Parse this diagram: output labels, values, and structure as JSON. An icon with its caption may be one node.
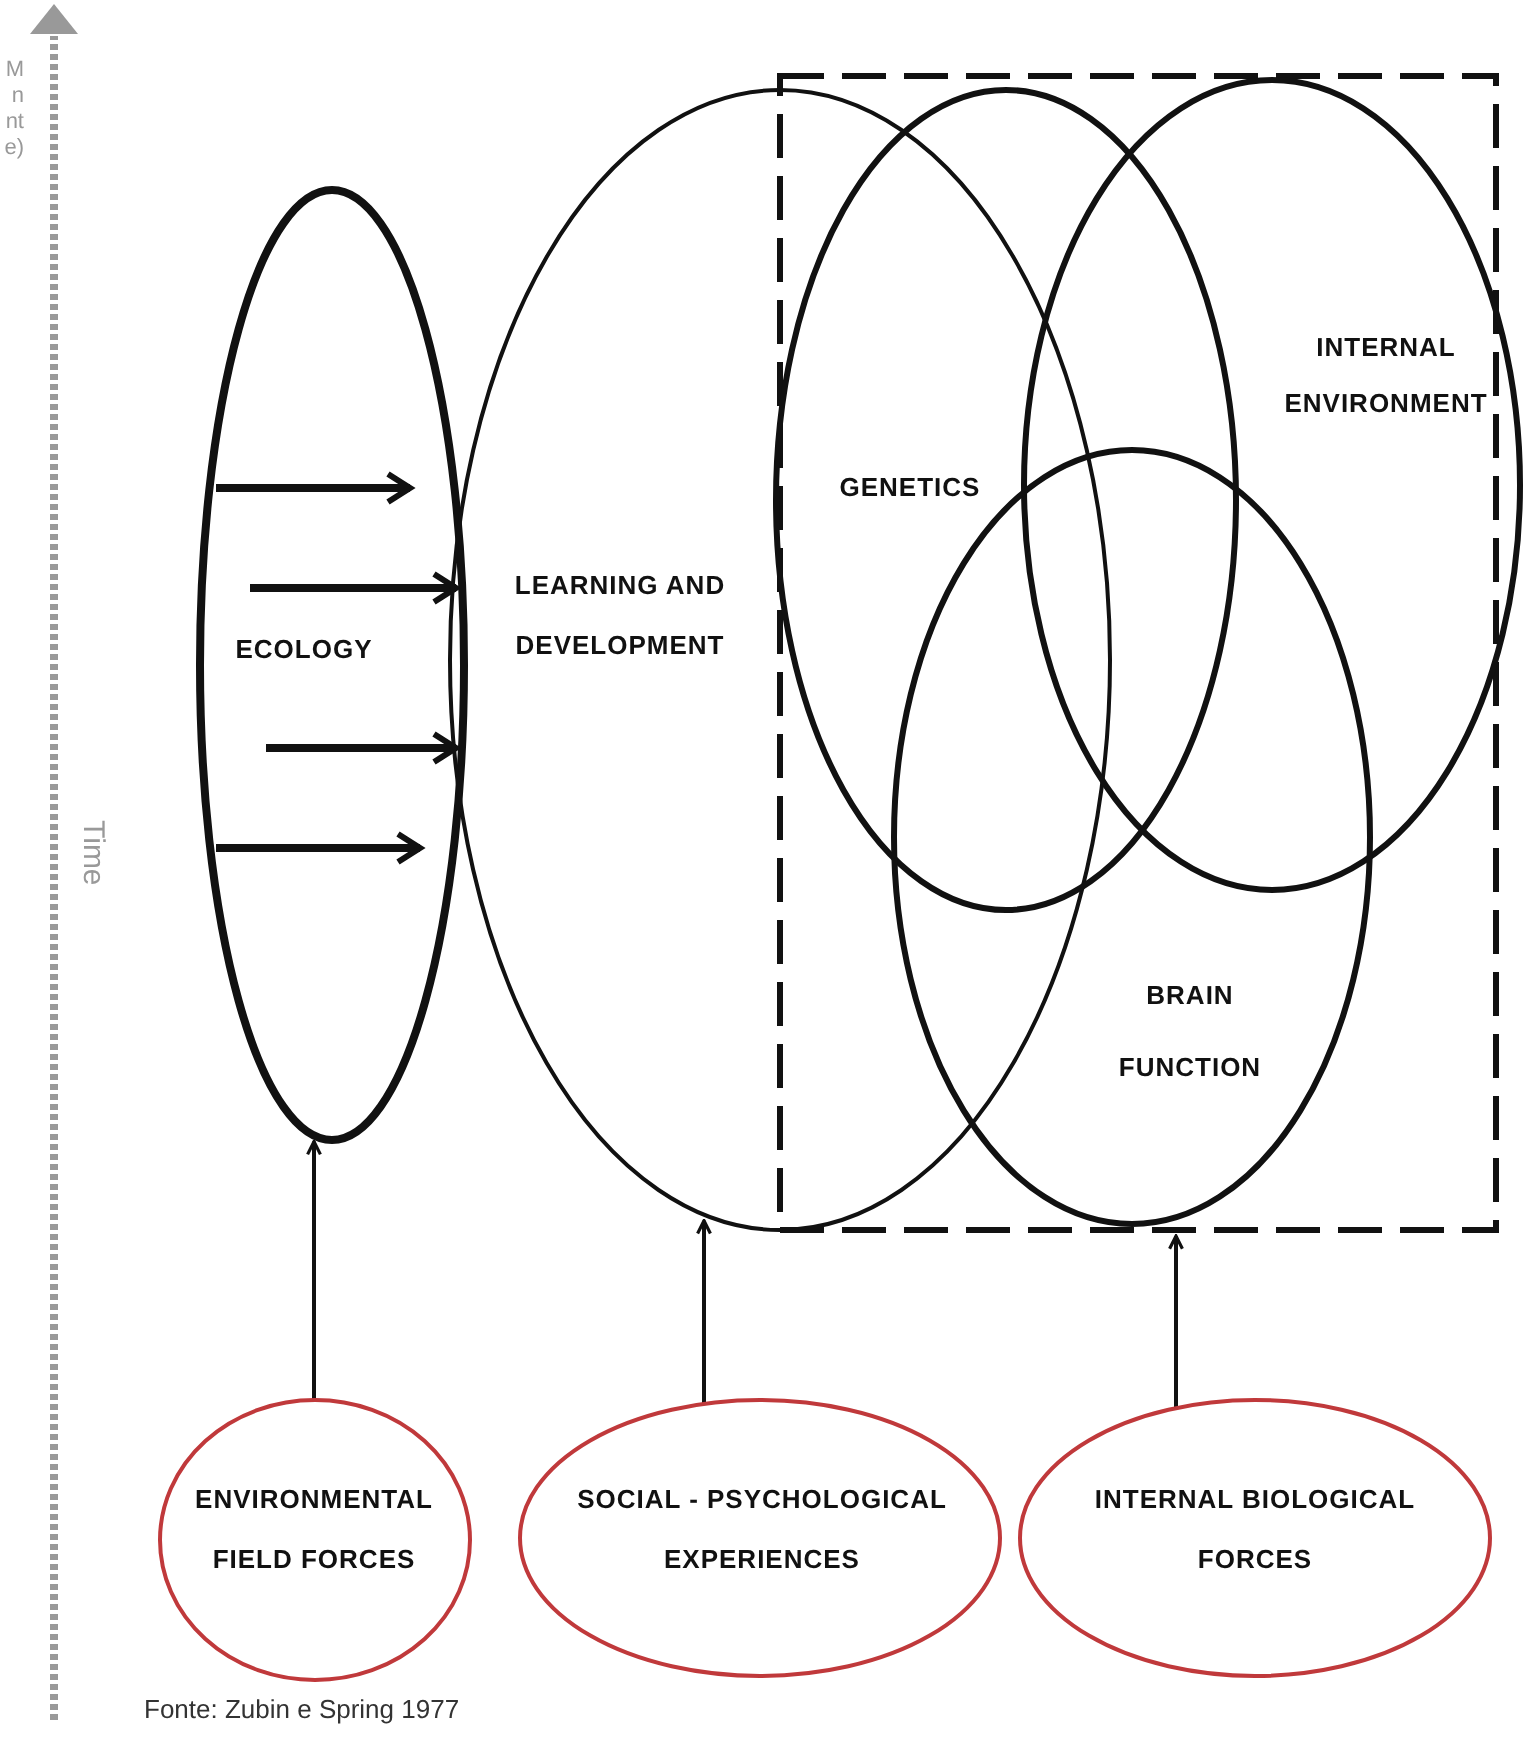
{
  "diagram": {
    "caption": "Fonte: Zubin e Spring 1977",
    "nodes": [
      {
        "text": [
          "ECOLOGY"
        ]
      },
      {
        "text": [
          "LEARNING AND DEVELOPMENT"
        ]
      },
      {
        "text": [],
        "shape": "box"
      },
      {
        "text": [
          "GENETICS"
        ],
        "in": 2
      },
      {
        "text": [
          "INTERNAL ENVIRONMENT"
        ],
        "in": 2
      },
      {
        "text": [
          "BRAIN FUNCTION"
        ],
        "in": 2
      },
      {
        "text": [
          "ENVIRONMENTAL FIELD FORCES"
        ]
      },
      {
        "text": [
          "SOCIAL - PSYCHOLOGICAL EXPERIENCES"
        ]
      },
      {
        "text": [
          "INTERNAL BIOLOGICAL FORCES"
        ]
      }
    ],
    "edges": [
      {
        "from": 6,
        "to": 0,
        "arrow": "to"
      },
      {
        "from": 7,
        "to": 1,
        "arrow": "to"
      },
      {
        "from": 8,
        "to": 2,
        "arrow": "to"
      }
    ],
    "labels": [
      "M",
      "n",
      "nt",
      "e)",
      "Time"
    ]
  }
}
